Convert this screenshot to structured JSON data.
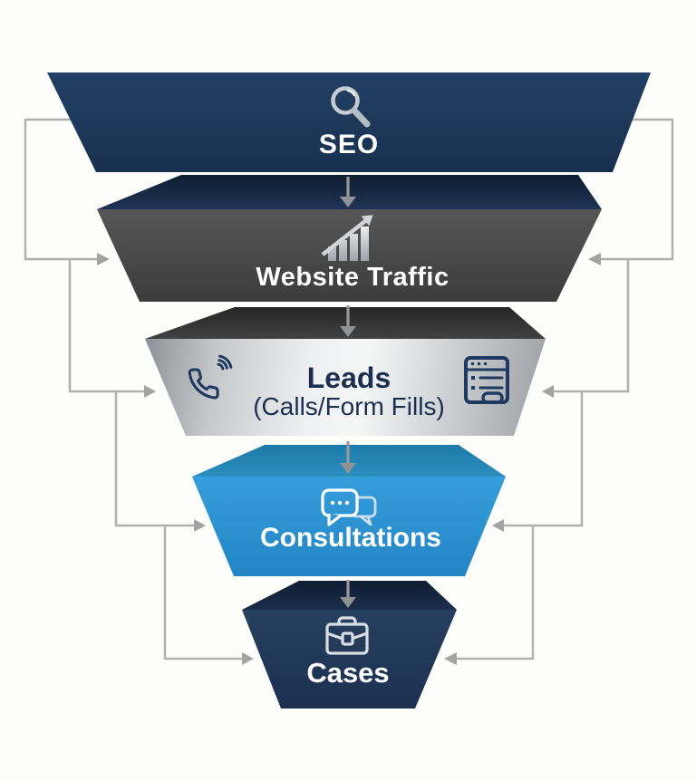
{
  "background_color": "#fdfdfc",
  "funnel": {
    "type": "inverted-funnel-diagram",
    "stages": [
      {
        "label": "SEO",
        "icon": "magnifier-icon",
        "face_color": "#1e3a5e",
        "text_color": "#ffffff"
      },
      {
        "label": "Website Traffic",
        "icon": "growth-chart-icon",
        "face_color": "#494949",
        "text_color": "#ffffff"
      },
      {
        "label": "Leads",
        "sublabel": "(Calls/Form Fills)",
        "icon_left": "phone-call-icon",
        "icon_right": "form-fill-icon",
        "face_color": "#d9dbdd",
        "text_color": "#1b2f52"
      },
      {
        "label": "Consultations",
        "icon": "chat-bubbles-icon",
        "face_color": "#2b95d3",
        "text_color": "#ffffff"
      },
      {
        "label": "Cases",
        "icon": "briefcase-icon",
        "face_color": "#233a5c",
        "text_color": "#ffffff"
      }
    ],
    "flow_arrow_color": "#8f9396",
    "bypass_line_color": "#b0b0b0"
  }
}
